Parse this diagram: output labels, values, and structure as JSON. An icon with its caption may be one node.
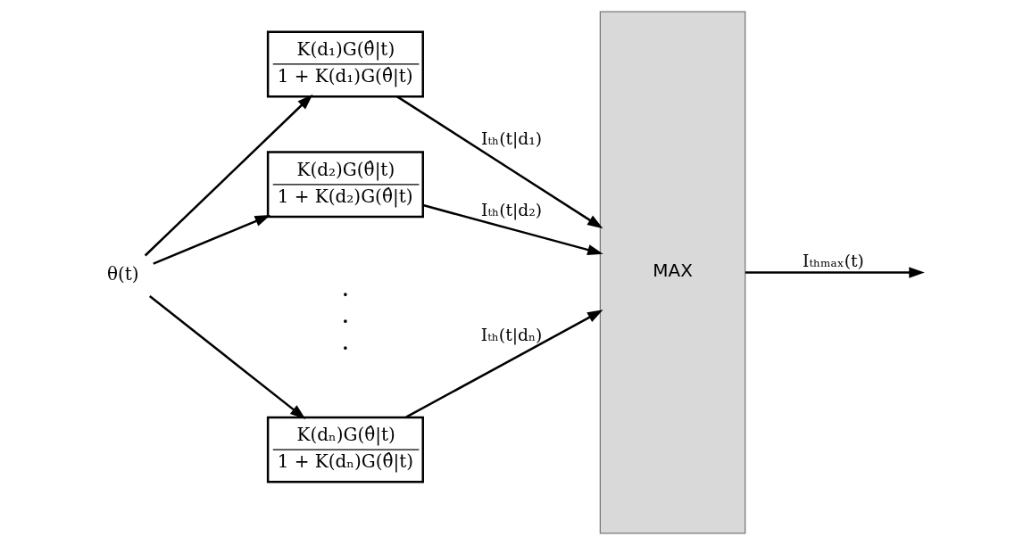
{
  "diagram": {
    "nodes": [
      {
        "text": [
          "θ(t)"
        ]
      },
      {
        "text": [
          "K(d₁)G(θ̂|t)",
          "1 + K(d₁)G(θ̂|t)"
        ]
      },
      {
        "text": [
          "K(d₂)G(θ̂|t)",
          "1 + K(d₂)G(θ̂|t)"
        ]
      },
      {
        "text": [
          "K(dₙ)G(θ̂|t)",
          "1 + K(dₙ)G(θ̂|t)"
        ]
      },
      {
        "text": [
          "MAX"
        ]
      }
    ],
    "edges": [
      {
        "from": 0,
        "to": 1,
        "arrow": "to"
      },
      {
        "from": 0,
        "to": 2,
        "arrow": "to"
      },
      {
        "from": 0,
        "to": 3,
        "arrow": "to"
      },
      {
        "from": 1,
        "to": 4,
        "arrow": "to",
        "label": "Iₜₕ(t|d₁)"
      },
      {
        "from": 2,
        "to": 4,
        "arrow": "to",
        "label": "Iₜₕ(t|d₂)"
      },
      {
        "from": 3,
        "to": 4,
        "arrow": "to",
        "label": "Iₜₕ(t|dₙ)"
      },
      {
        "from": 4,
        "to": null,
        "arrow": "to",
        "label": "Iₜₕₘₐₓ(t)"
      }
    ],
    "labels": [
      ".",
      ".",
      "."
    ]
  }
}
